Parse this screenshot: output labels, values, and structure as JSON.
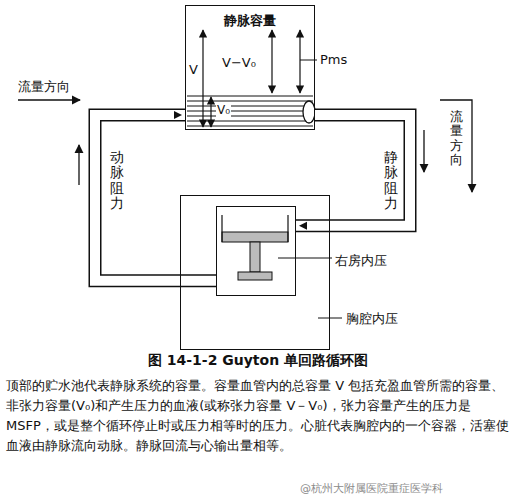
{
  "diagram": {
    "caption": "图 14-1-2 Guyton 单回路循环图",
    "nodes": [
      {
        "text": [
          "静脉容量"
        ]
      },
      {
        "text": [
          "胸腔内压"
        ]
      },
      {
        "text": [
          "右房内压"
        ],
        "in": 1
      }
    ],
    "edges": [
      {
        "from": 2,
        "to": 0,
        "arrow": "to"
      },
      {
        "from": 0,
        "to": 2,
        "arrow": "to"
      }
    ],
    "labels": [
      "流量方向",
      "V",
      "V−V₀",
      "V₀",
      "Pms",
      "流量方向",
      "动脉阻力",
      "静脉阻力",
      "顶部的贮水池代表静脉系统的容量。容量血管内的总容量 V 包括充盈血管所需的容量、非张力容量(V₀)和产生压力的血液(或称张力容量 V－V₀)，张力容量产生的压力是 MSFP，或是整个循环停止时或压力相等时的压力。心脏代表胸腔内的一个容器，活塞使血液由静脉流向动脉。静脉回流与心输出量相等。",
      "@杭州大附属医院重症医学科"
    ]
  }
}
